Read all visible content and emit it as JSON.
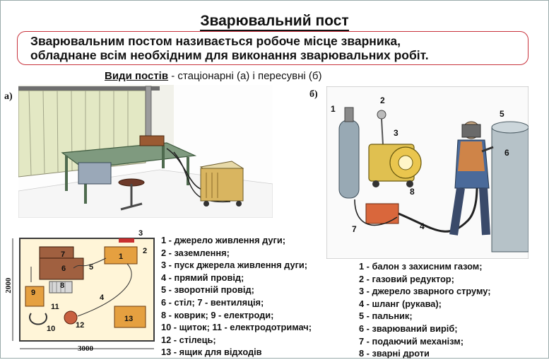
{
  "title": "Зварювальний пост",
  "definition": {
    "line1": "Зварювальним постом називається робоче місце зварника,",
    "line2": "обладнане всім необхідним для виконання зварювальних робіт."
  },
  "subtitle": {
    "underlined": "Види постів",
    "rest": " - стаціонарні (а) і пересувні (б)"
  },
  "panel_labels": {
    "a": "а)",
    "b": "б)"
  },
  "plan": {
    "dim_height": "2000",
    "dim_width": "3000",
    "numbers": [
      "1",
      "2",
      "3",
      "4",
      "5",
      "6",
      "7",
      "8",
      "9",
      "10",
      "11",
      "12",
      "13"
    ]
  },
  "mobile_callouts": [
    "1",
    "2",
    "3",
    "4",
    "5",
    "6",
    "7",
    "8"
  ],
  "legend_a": [
    "1 - джерело живлення дуги;",
    "2 - заземлення;",
    "3 - пуск джерела живлення дуги;",
    "4 - прямий провід;",
    "5 - зворотній провід;",
    "6 - стіл;       7 - вентиляція;",
    "8 - коврик;   9 - електроди;",
    "10 - щиток;  11 - електродотримач;",
    "12 - стілець;",
    "13 - ящик для відходів"
  ],
  "legend_b": [
    "1 - балон з захисним газом;",
    "2 - газовий редуктор;",
    "3 - джерело зварного струму;",
    "4 - шланг (рукава);",
    "5 - пальник;",
    "6 - зварюваний виріб;",
    "7 - подаючий механізм;",
    "8 - зварні дроти"
  ],
  "colors": {
    "accent_border": "#c8323c"
  }
}
